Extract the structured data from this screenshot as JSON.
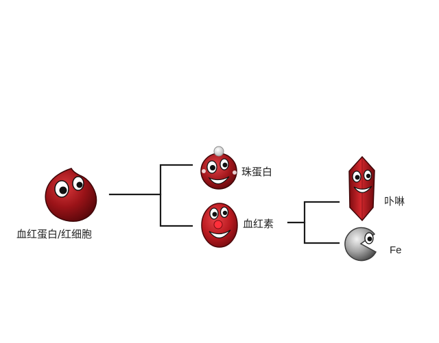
{
  "nodes": {
    "root": {
      "label": "血红蛋白/红细胞"
    },
    "globin": {
      "label": "珠蛋白"
    },
    "heme": {
      "label": "血红素"
    },
    "porphyrin": {
      "label": "卟啉"
    },
    "iron": {
      "label": "Fe"
    }
  },
  "colors": {
    "blood_red": "#8e1014",
    "blood_red_light": "#c8272b",
    "nose_red": "#ff2f3a",
    "iron_gray": "#9a9a9a",
    "line": "#1a1a1a"
  },
  "icons": {
    "root": "blood-drop-face-icon",
    "globin": "ball-head-face-icon",
    "heme": "red-disc-face-icon",
    "porphyrin": "crystal-face-icon",
    "iron": "gray-pacman-face-icon"
  }
}
